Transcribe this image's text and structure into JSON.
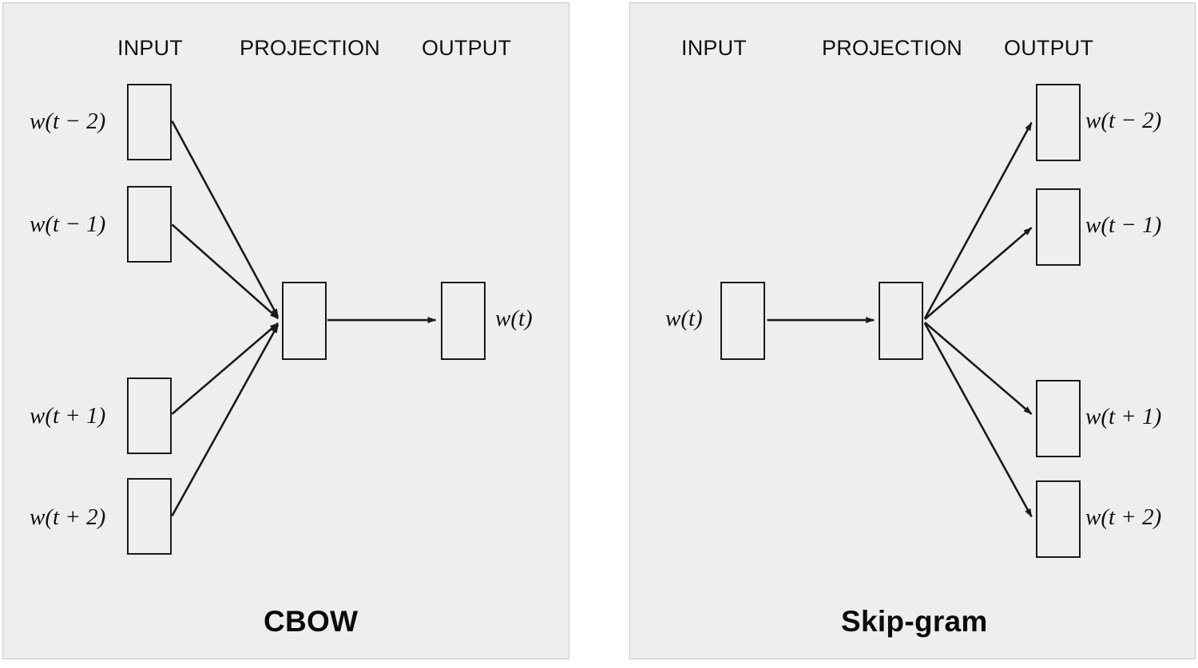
{
  "figure": {
    "background_color": "#ffffff",
    "panel_background": "#eeeeee",
    "panel_border_color": "#c9c9c9",
    "box_border_color": "#1a1a1a",
    "arrow_color": "#1a1a1a"
  },
  "panels": [
    {
      "id": "cbow",
      "title": "CBOW",
      "headers": [
        {
          "label": "INPUT"
        },
        {
          "label": "PROJECTION"
        },
        {
          "label": "OUTPUT"
        }
      ],
      "input_nodes": [
        {
          "label": "w(t − 2)"
        },
        {
          "label": "w(t − 1)"
        },
        {
          "label": "w(t + 1)"
        },
        {
          "label": "w(t + 2)"
        }
      ],
      "projection_node": {
        "label": ""
      },
      "output_nodes": [
        {
          "label": "w(t)"
        }
      ]
    },
    {
      "id": "skipgram",
      "title": "Skip-gram",
      "headers": [
        {
          "label": "INPUT"
        },
        {
          "label": "PROJECTION"
        },
        {
          "label": "OUTPUT"
        }
      ],
      "input_nodes": [
        {
          "label": "w(t)"
        }
      ],
      "projection_node": {
        "label": ""
      },
      "output_nodes": [
        {
          "label": "w(t − 2)"
        },
        {
          "label": "w(t − 1)"
        },
        {
          "label": "w(t + 1)"
        },
        {
          "label": "w(t + 2)"
        }
      ]
    }
  ]
}
